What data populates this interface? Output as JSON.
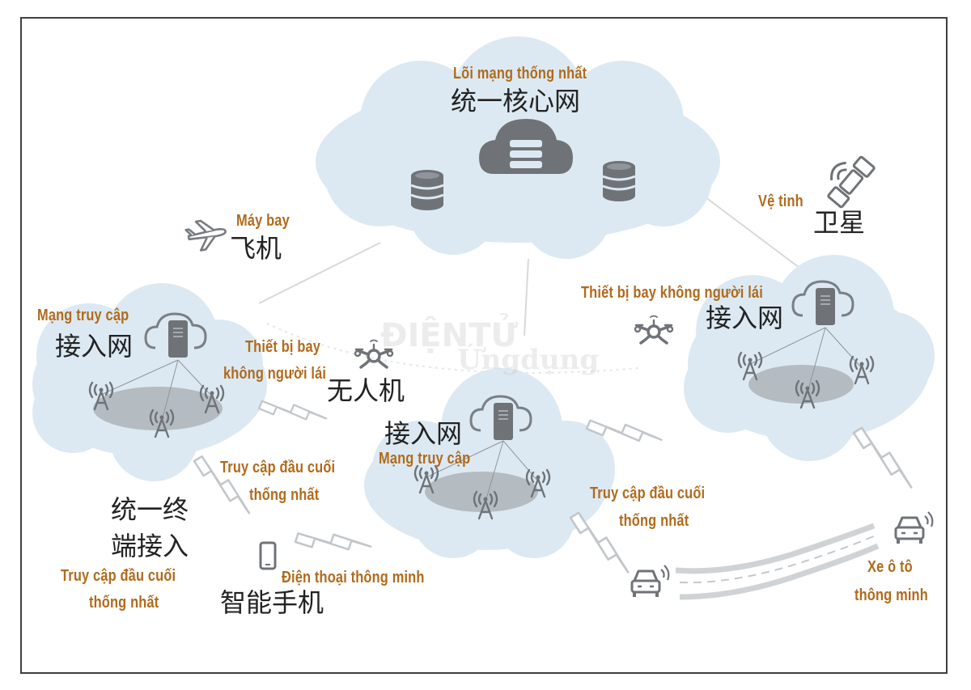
{
  "colors": {
    "cloud_fill": "#dce9f2",
    "icon_gray": "#6f7378",
    "label_orange": "#b06a1c",
    "chinese_text": "#222222",
    "frame_border": "#3f3f3f"
  },
  "core_network": {
    "label_vi": "Lõi mạng thống nhất",
    "label_zh": "统一核心网",
    "icons": [
      "cloud-server-icon",
      "database-icon",
      "database-icon"
    ]
  },
  "satellite": {
    "label_vi": "Vệ tinh",
    "label_zh": "卫星",
    "icon": "satellite-icon"
  },
  "airplane": {
    "label_vi": "Máy bay",
    "label_zh": "飞机",
    "icon": "airplane-icon"
  },
  "access_network_left": {
    "label_vi": "Mạng truy cập",
    "label_zh": "接入网",
    "icons": [
      "cloud-server-icon",
      "cell-tower-icon",
      "cell-tower-icon",
      "cell-tower-icon"
    ]
  },
  "drone_left": {
    "label_vi_line1": "Thiết bị bay",
    "label_vi_line2": "không người lái",
    "label_zh": "无人机",
    "icon": "drone-icon"
  },
  "access_network_center": {
    "label_zh": "接入网",
    "label_vi": "Mạng truy cập",
    "icons": [
      "cloud-server-icon",
      "cell-tower-icon",
      "cell-tower-icon",
      "cell-tower-icon"
    ]
  },
  "drone_right": {
    "label_vi": "Thiết bị bay không người lái",
    "icon": "drone-icon"
  },
  "access_network_right": {
    "label_zh": "接入网",
    "icons": [
      "cloud-server-icon",
      "cell-tower-icon",
      "cell-tower-icon",
      "cell-tower-icon"
    ]
  },
  "unified_terminal_access": {
    "label_zh_line1": "统一终",
    "label_zh_line2": "端接入",
    "label_vi_line1": "Truy cập đầu cuối",
    "label_vi_line2": "thống nhất"
  },
  "link_label_center": {
    "line1": "Truy cập đầu cuối",
    "line2": "thống nhất"
  },
  "link_label_right": {
    "line1": "Truy cập đầu cuối",
    "line2": "thống nhất"
  },
  "smartphone": {
    "label_vi": "Điện thoại thông minh",
    "label_zh": "智能手机",
    "icon": "smartphone-icon"
  },
  "smart_car": {
    "label_vi_line1": "Xe ô tô",
    "label_vi_line2": "thông minh",
    "icon": "connected-car-icon"
  },
  "watermark": {
    "line1": "ĐIỆNTỬ",
    "line2": "Ứngdụng"
  }
}
